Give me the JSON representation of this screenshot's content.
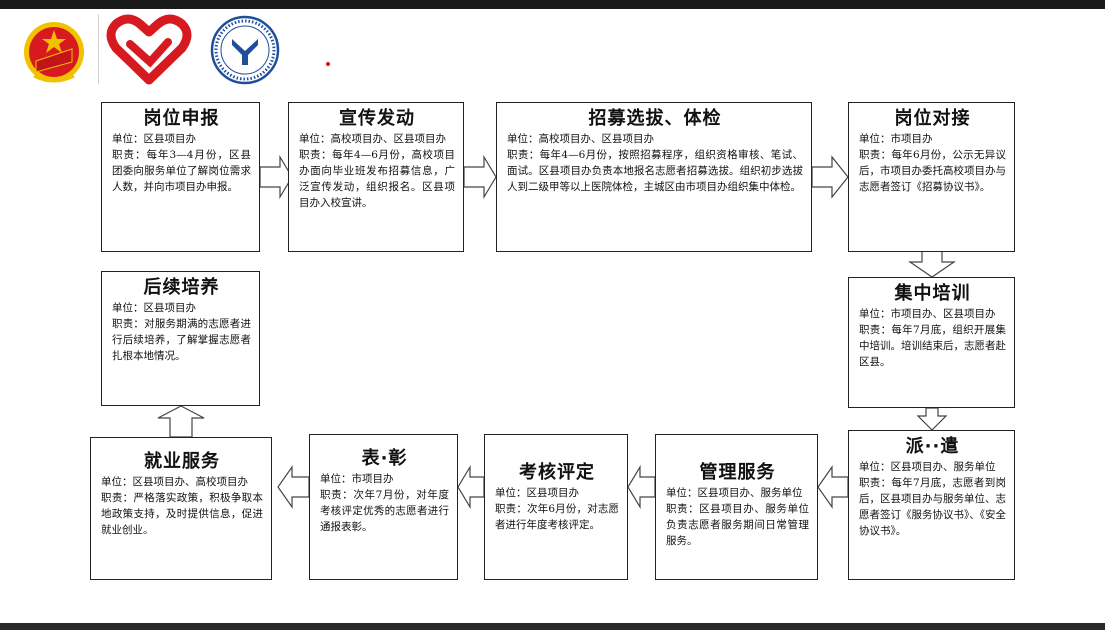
{
  "boxes": {
    "gangwei_shenbao": {
      "title": "岗位申报",
      "unit": "单位：区县项目办",
      "duty": "职责：每年3—4月份，区县团委向服务单位了解岗位需求人数，并向市项目办申报。"
    },
    "xuanchuan_fadong": {
      "title": "宣传发动",
      "unit": "单位：高校项目办、区县项目办",
      "duty": "职责：每年4—6月份，高校项目办面向毕业班发布招募信息，广泛宣传发动，组织报名。区县项目办入校宣讲。"
    },
    "zhaomu_xuanba": {
      "title": "招募选拔、体检",
      "unit": "单位：高校项目办、区县项目办",
      "duty": "职责：每年4—6月份，按照招募程序，组织资格审核、笔试、面试。区县项目办负责本地报名志愿者招募选拔。组织初步选拔人到二级甲等以上医院体检，主城区由市项目办组织集中体检。"
    },
    "gangwei_duijie": {
      "title": "岗位对接",
      "unit": "单位：市项目办",
      "duty": "职责：每年6月份，公示无异议后，市项目办委托高校项目办与志愿者签订《招募协议书》。"
    },
    "jizhong_peixun": {
      "title": "集中培训",
      "unit": "单位：市项目办、区县项目办",
      "duty": "职责：每年7月底，组织开展集中培训。培训结束后，志愿者赴区县。"
    },
    "paiqian": {
      "title": "派··遣",
      "unit": "单位：区县项目办、服务单位",
      "duty": "职责：每年7月底，志愿者到岗后，区县项目办与服务单位、志愿者签订《服务协议书》、《安全协议书》。"
    },
    "guanli_fuwu": {
      "title": "管理服务",
      "unit": "单位：区县项目办、服务单位",
      "duty": "职责：区县项目办、服务单位负责志愿者服务期间日常管理服务。"
    },
    "kaohe_pingding": {
      "title": "考核评定",
      "unit": "单位：区县项目办",
      "duty": "职责：次年6月份，对志愿者进行年度考核评定。"
    },
    "biaozhang": {
      "title": "表·彰",
      "unit": "单位：市项目办",
      "duty": "职责：次年7月份，对年度考核评定优秀的志愿者进行通报表彰。"
    },
    "jiuye_fuwu": {
      "title": "就业服务",
      "unit": "单位：区县项目办、高校项目办",
      "duty": "职责：严格落实政策，积极争取本地政策支持，及时提供信息，促进就业创业。"
    },
    "houxu_peiyang": {
      "title": "后续培养",
      "unit": "单位：区县项目办",
      "duty": "职责：对服务期满的志愿者进行后续培养，了解掌握志愿者扎根本地情况。"
    }
  },
  "logos": {
    "youth_league": "youth-league-emblem-icon",
    "volunteer": "volunteer-heart-hand-icon",
    "university": "university-emblem-icon"
  },
  "colors": {
    "logo_red": "#d71920",
    "logo_gold": "#f2c200",
    "univ_blue": "#1f4f9c",
    "arrow_stroke": "#444444"
  }
}
